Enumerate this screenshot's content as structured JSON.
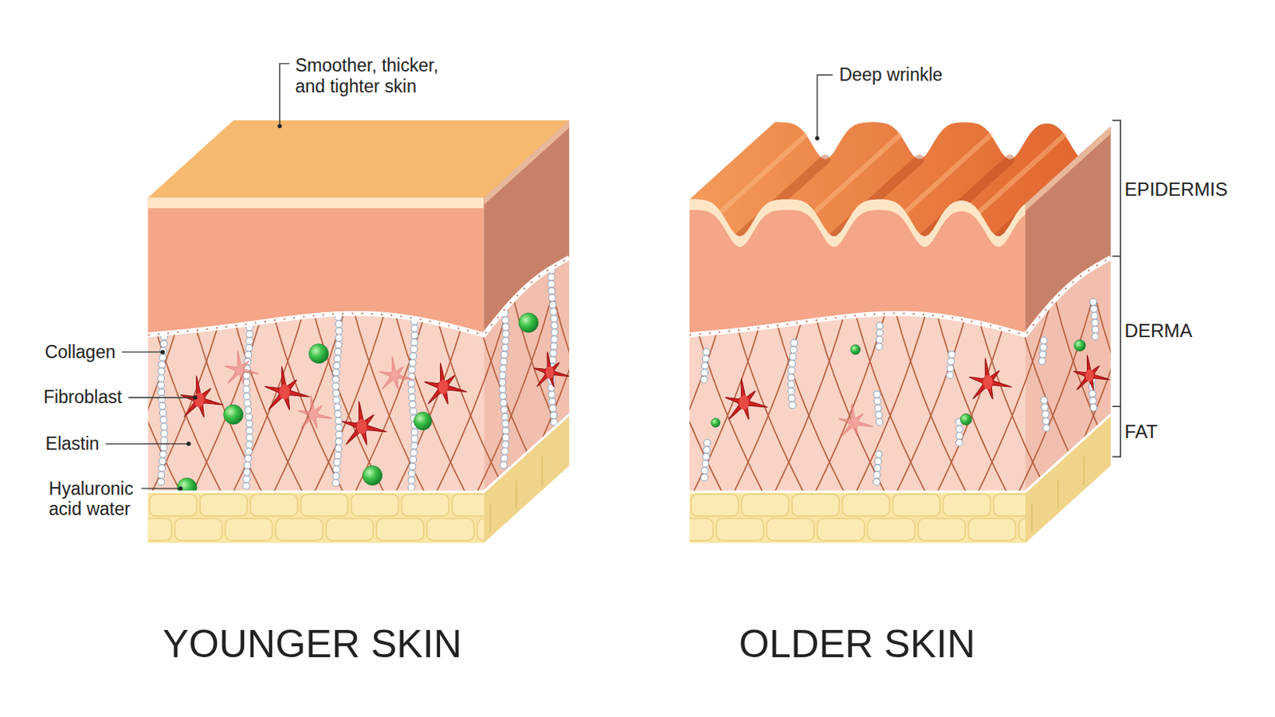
{
  "diagram": {
    "labels": [
      "Smoother, thicker, and tighter skin",
      "Deep wrinkle",
      "EPIDERMIS",
      "DERMA",
      "FAT",
      "Collagen",
      "Fibroblast",
      "Elastin",
      "Hyaluronic acid water",
      "YOUNGER SKIN",
      "OLDER SKIN"
    ]
  }
}
